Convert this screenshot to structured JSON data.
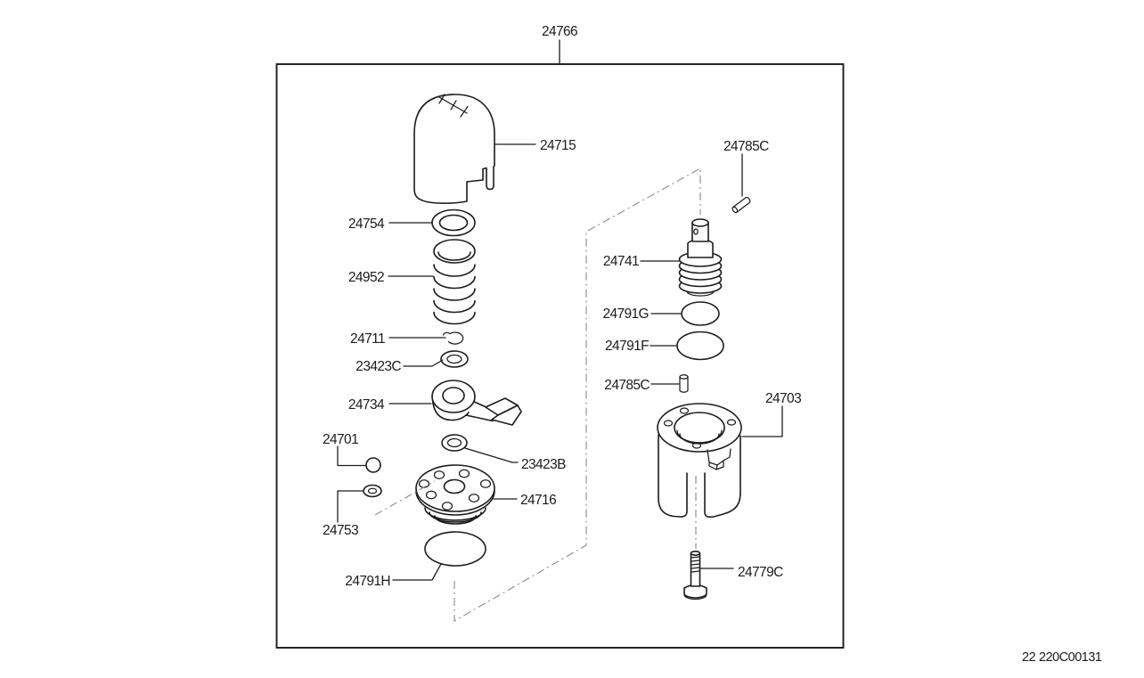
{
  "diagram": {
    "frame_label": "24766",
    "footer": {
      "sheet_no": "22",
      "figure_code": "220C00131"
    },
    "colors": {
      "ink": "#1c1c1c",
      "axis_line": "#8f8f8f",
      "background": "#ffffff"
    },
    "parts": {
      "shift_knob": {
        "label": "24715"
      },
      "knob_washer": {
        "label": "24754"
      },
      "spring": {
        "label": "24952"
      },
      "snap_pin": {
        "label": "24711"
      },
      "washer_upper": {
        "label": "23423C"
      },
      "select_lever": {
        "label": "24734"
      },
      "ball": {
        "label": "24701"
      },
      "washer_lower": {
        "label": "23423B"
      },
      "cover_plate": {
        "label": "24716"
      },
      "small_washer": {
        "label": "24753"
      },
      "gasket_plate": {
        "label": "24791H"
      },
      "pin_upper": {
        "label": "24785C"
      },
      "control_plug": {
        "label": "24741"
      },
      "gasket_small": {
        "label": "24791G"
      },
      "gasket_large": {
        "label": "24791F"
      },
      "pin_lower": {
        "label": "24785C"
      },
      "housing": {
        "label": "24703"
      },
      "bolt": {
        "label": "24779C"
      }
    }
  }
}
